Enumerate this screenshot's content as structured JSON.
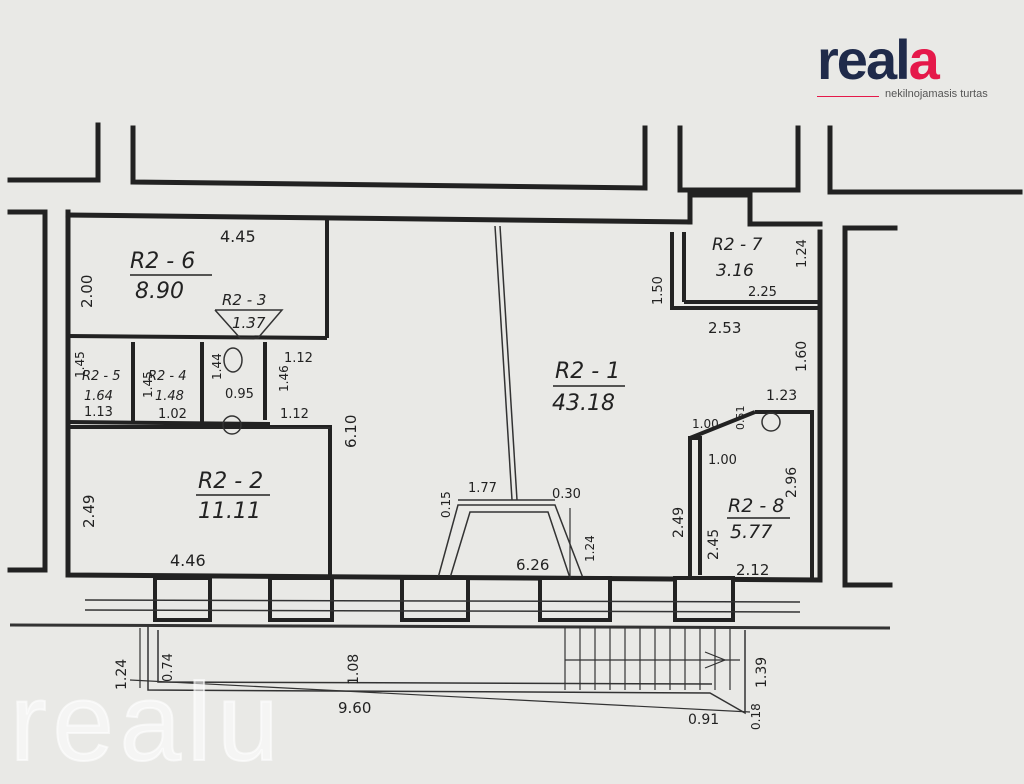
{
  "branding": {
    "logo_main": "real",
    "logo_accent": "a",
    "logo_tagline": "nekilnojamasis turtas",
    "watermark": "realu",
    "brand_color": "#1f2a4a",
    "accent_color": "#e5194a"
  },
  "rooms": {
    "r1": {
      "name": "R2 - 1",
      "area": "43.18"
    },
    "r2": {
      "name": "R2 - 2",
      "area": "11.11"
    },
    "r3": {
      "name": "R2 - 3",
      "area": "1.37"
    },
    "r4": {
      "name": "R2 - 4",
      "area": "1.48"
    },
    "r5": {
      "name": "R2 - 5",
      "area": "1.64"
    },
    "r6": {
      "name": "R2 - 6",
      "area": "8.90"
    },
    "r7": {
      "name": "R2 - 7",
      "area": "3.16"
    },
    "r8": {
      "name": "R2 - 8",
      "area": "5.77"
    }
  },
  "dimensions": {
    "d_445": "4.45",
    "d_200": "2.00",
    "d_112a": "1.12",
    "d_112b": "1.12",
    "d_146": "1.46",
    "d_095": "0.95",
    "d_144": "1.44",
    "d_145a": "1.45",
    "d_145b": "1.45",
    "d_113": "1.13",
    "d_102": "1.02",
    "d_610": "6.10",
    "d_249a": "2.49",
    "d_446": "4.46",
    "d_124a": "1.24",
    "d_150": "1.50",
    "d_225": "2.25",
    "d_253": "2.53",
    "d_160": "1.60",
    "d_123": "1.23",
    "d_051": "0.51",
    "d_100a": "1.00",
    "d_100b": "1.00",
    "d_296": "2.96",
    "d_249b": "2.49",
    "d_245": "2.45",
    "d_212": "2.12",
    "d_015": "0.15",
    "d_177": "1.77",
    "d_030": "0.30",
    "d_124b": "1.24",
    "d_626": "6.26",
    "d_124c": "1.24",
    "d_074": "0.74",
    "d_108": "1.08",
    "d_960": "9.60",
    "d_091": "0.91",
    "d_018": "0.18",
    "d_139": "1.39"
  }
}
